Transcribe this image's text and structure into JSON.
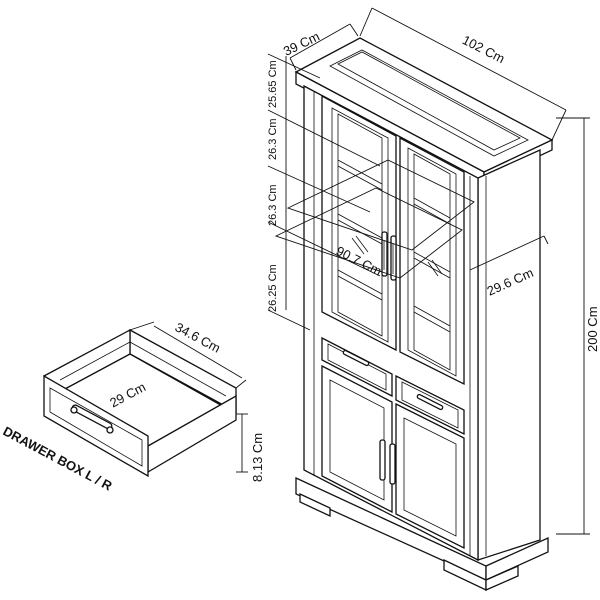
{
  "cabinet": {
    "width_label": "102 Cm",
    "depth_label": "39 Cm",
    "height_label": "200 Cm",
    "shelf_gap_1_label": "25.65 Cm",
    "shelf_gap_2_label": "26.3 Cm",
    "shelf_gap_3_label": "26.3 Cm",
    "shelf_gap_4_label": "26.25 Cm",
    "inner_width_label": "90.7 Cm",
    "inner_depth_label": "29.6 Cm"
  },
  "drawer": {
    "depth_label": "34.6 Cm",
    "inner_width_label": "29 Cm",
    "height_label": "8.13 Cm",
    "caption": "DRAWER BOX L / R"
  }
}
